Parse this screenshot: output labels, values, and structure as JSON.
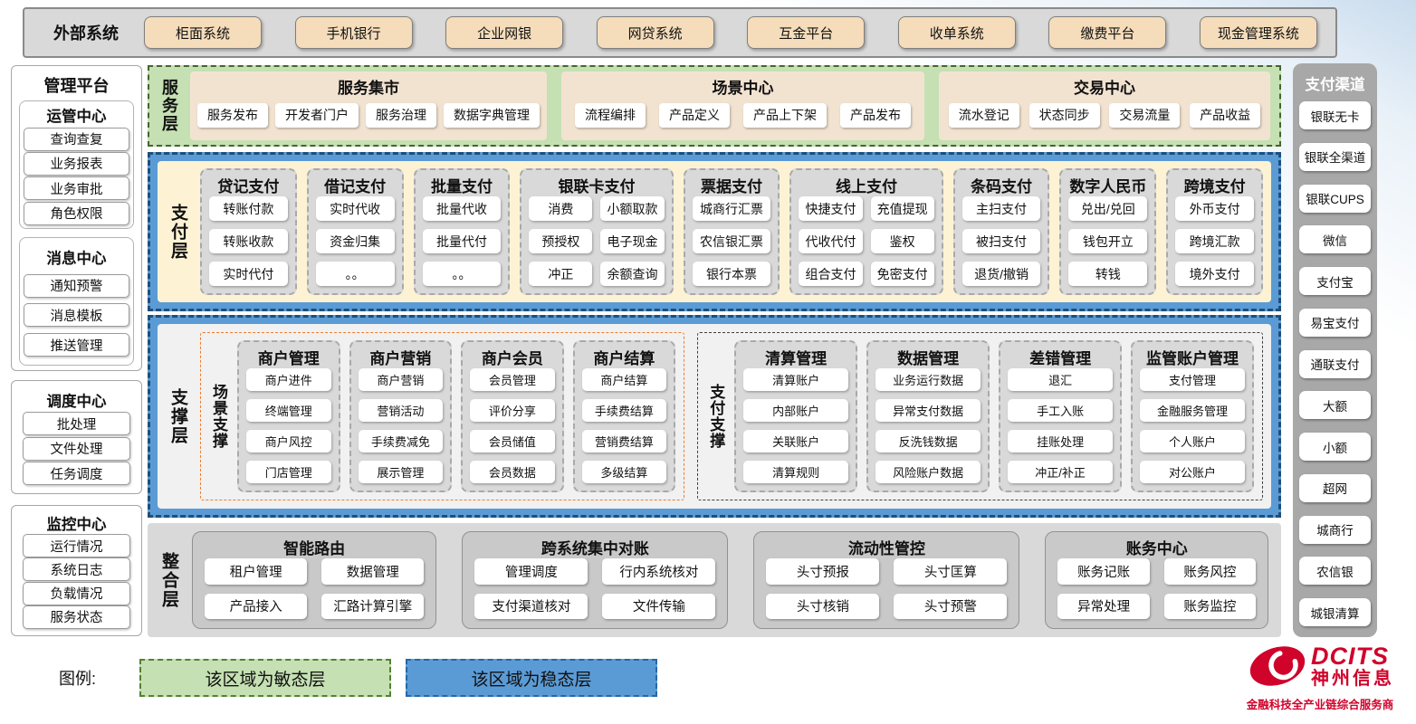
{
  "external_systems": {
    "label": "外部系统",
    "items": [
      "柜面系统",
      "手机银行",
      "企业网银",
      "网贷系统",
      "互金平台",
      "收单系统",
      "缴费平台",
      "现金管理系统"
    ]
  },
  "management_platform": {
    "title": "管理平台",
    "sections": [
      {
        "title": "运管中心",
        "items": [
          "查询查复",
          "业务报表",
          "业务审批",
          "角色权限"
        ]
      },
      {
        "title": "消息中心",
        "items": [
          "通知预警",
          "消息模板",
          "推送管理"
        ]
      },
      {
        "title": "调度中心",
        "items": [
          "批处理",
          "文件处理",
          "任务调度"
        ]
      },
      {
        "title": "监控中心",
        "items": [
          "运行情况",
          "系统日志",
          "负载情况",
          "服务状态"
        ]
      }
    ]
  },
  "service_layer": {
    "label": "服务层",
    "panels": [
      {
        "title": "服务集市",
        "items": [
          "服务发布",
          "开发者门户",
          "服务治理",
          "数据字典管理"
        ]
      },
      {
        "title": "场景中心",
        "items": [
          "流程编排",
          "产品定义",
          "产品上下架",
          "产品发布"
        ]
      },
      {
        "title": "交易中心",
        "items": [
          "流水登记",
          "状态同步",
          "交易流量",
          "产品收益"
        ]
      }
    ]
  },
  "payment_layer": {
    "label": "支付层",
    "columns": [
      {
        "title": "贷记支付",
        "cols": 1,
        "items": [
          "转账付款",
          "转账收款",
          "实时代付"
        ]
      },
      {
        "title": "借记支付",
        "cols": 1,
        "items": [
          "实时代收",
          "资金归集",
          "。。"
        ]
      },
      {
        "title": "批量支付",
        "cols": 1,
        "items": [
          "批量代收",
          "批量代付",
          "。。"
        ]
      },
      {
        "title": "银联卡支付",
        "cols": 2,
        "items": [
          "消费",
          "小额取款",
          "预授权",
          "电子现金",
          "冲正",
          "余额查询"
        ]
      },
      {
        "title": "票据支付",
        "cols": 1,
        "items": [
          "城商行汇票",
          "农信银汇票",
          "银行本票"
        ]
      },
      {
        "title": "线上支付",
        "cols": 2,
        "items": [
          "快捷支付",
          "充值提现",
          "代收代付",
          "鉴权",
          "组合支付",
          "免密支付"
        ]
      },
      {
        "title": "条码支付",
        "cols": 1,
        "items": [
          "主扫支付",
          "被扫支付",
          "退货/撤销"
        ]
      },
      {
        "title": "数字人民币",
        "cols": 1,
        "items": [
          "兑出/兑回",
          "钱包开立",
          "转钱"
        ]
      },
      {
        "title": "跨境支付",
        "cols": 1,
        "items": [
          "外币支付",
          "跨境汇款",
          "境外支付"
        ]
      }
    ]
  },
  "support_layer": {
    "label": "支撑层",
    "groups": [
      {
        "label": "场景支撑",
        "style": "orange",
        "columns": [
          {
            "title": "商户管理",
            "items": [
              "商户进件",
              "终端管理",
              "商户风控",
              "门店管理"
            ]
          },
          {
            "title": "商户营销",
            "items": [
              "商户营销",
              "营销活动",
              "手续费减免",
              "展示管理"
            ]
          },
          {
            "title": "商户会员",
            "items": [
              "会员管理",
              "评价分享",
              "会员储值",
              "会员数据"
            ]
          },
          {
            "title": "商户结算",
            "items": [
              "商户结算",
              "手续费结算",
              "营销费结算",
              "多级结算"
            ]
          }
        ]
      },
      {
        "label": "支付支撑",
        "style": "dark",
        "columns": [
          {
            "title": "清算管理",
            "items": [
              "清算账户",
              "内部账户",
              "关联账户",
              "清算规则"
            ]
          },
          {
            "title": "数据管理",
            "items": [
              "业务运行数据",
              "异常支付数据",
              "反洗钱数据",
              "风险账户数据"
            ]
          },
          {
            "title": "差错管理",
            "items": [
              "退汇",
              "手工入账",
              "挂账处理",
              "冲正/补正"
            ]
          },
          {
            "title": "监管账户管理",
            "items": [
              "支付管理",
              "金融服务管理",
              "个人账户",
              "对公账户"
            ]
          }
        ]
      }
    ]
  },
  "integration_layer": {
    "label": "整合层",
    "panels": [
      {
        "title": "智能路由",
        "items": [
          "租户管理",
          "数据管理",
          "产品接入",
          "汇路计算引擎"
        ]
      },
      {
        "title": "跨系统集中对账",
        "items": [
          "管理调度",
          "行内系统核对",
          "支付渠道核对",
          "文件传输"
        ]
      },
      {
        "title": "流动性管控",
        "items": [
          "头寸预报",
          "头寸匡算",
          "头寸核销",
          "头寸预警"
        ]
      },
      {
        "title": "账务中心",
        "items": [
          "账务记账",
          "账务风控",
          "异常处理",
          "账务监控"
        ]
      }
    ]
  },
  "payment_channels": {
    "title": "支付渠道",
    "items": [
      "银联无卡",
      "银联全渠道",
      "银联CUPS",
      "微信",
      "支付宝",
      "易宝支付",
      "通联支付",
      "大额",
      "小额",
      "超网",
      "城商行",
      "农信银",
      "城银清算"
    ]
  },
  "legend": {
    "label": "图例:",
    "items": [
      {
        "text": "该区域为敏态层",
        "type": "agile"
      },
      {
        "text": "该区域为稳态层",
        "type": "stable"
      }
    ]
  },
  "logo": {
    "brand": "DCITS",
    "company": "神州信息",
    "tagline": "金融科技全产业链综合服务商"
  },
  "colors": {
    "agile_green": "#c5e0b3",
    "stable_blue": "#5b9bd5",
    "payment_cream": "#fdf3d4",
    "panel_tan": "#f2e3d1",
    "button_tan": "#f5dcba",
    "column_gray": "#d9d9d9",
    "channel_gray": "#a8a8a8",
    "scene_accent_orange": "#ed7d31",
    "brand_red": "#d0032b"
  }
}
